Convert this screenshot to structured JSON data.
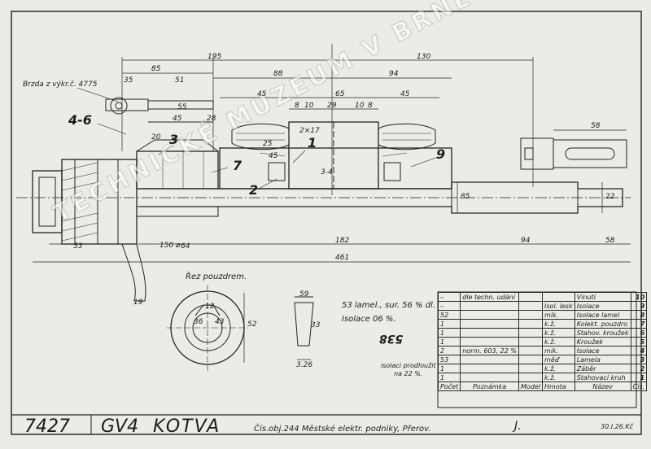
{
  "title_block": {
    "drawing_number": "7427",
    "type": "GV4",
    "name": "KOTVA",
    "subtitle": "Čís.obj.244  Městské elektr. podniky, Přerov.",
    "signature": "J.",
    "date": "30.I.26.Kč"
  },
  "watermark": "TECHNICKÉ MUZEUM V BRNĚ",
  "dimensions": {
    "d195": "195",
    "d130": "130",
    "d85": "85",
    "d88": "88",
    "d94": "94",
    "d35": "35",
    "d51": "51",
    "d45a": "45",
    "d65": "65",
    "d45b": "45",
    "d8a": "8",
    "d10a": "10",
    "d29": "29",
    "d10b": "10",
    "d8b": "8",
    "d55": "55",
    "d45c": "45",
    "d28": "28",
    "d58": "58",
    "d53": "53",
    "d64": "64",
    "d182": "182",
    "d94b": "94",
    "d58b": "58",
    "d461": "461",
    "d150": "150 ø",
    "d20": "20",
    "d2x17": "2×17",
    "d25": "25",
    "d45d": "45",
    "d34": "3-4",
    "d85b": "85",
    "d22": "22",
    "d12": "12",
    "d36": "36",
    "d43": "43",
    "d59": "59",
    "d33": "33",
    "d326": "3.26",
    "d19": "19",
    "d52": "52"
  },
  "callouts": {
    "c1": "1",
    "c2": "2",
    "c3": "3",
    "c46": "4-6",
    "c7": "7",
    "c9": "9"
  },
  "notes": {
    "brzda": "Brzda z výkr.č. 4775",
    "section": "Řez pouzdrem.",
    "lamel": "53 lamel., sur. 56 % dl.",
    "isolace": "Isolace 06 %.",
    "isol_prodl": "isolaci prodloužit",
    "na22": "na 22 %.",
    "stamp": "538"
  },
  "bom": {
    "headers": [
      "Počet",
      "Poznámka",
      "Model",
      "Hmota",
      "Název",
      "Čís."
    ],
    "rows": [
      {
        "count": "–",
        "note": "dle techn. udání",
        "model": "",
        "material": "",
        "name": "Vinutí",
        "no": "10"
      },
      {
        "count": "–",
        "note": "",
        "model": "",
        "material": "Isol. lesk",
        "name": "Isolace",
        "no": "9"
      },
      {
        "count": "52",
        "note": "",
        "model": "",
        "material": "mik.",
        "name": "Isolace lamel",
        "no": "8"
      },
      {
        "count": "1",
        "note": "",
        "model": "",
        "material": "k.ž.",
        "name": "Kolekt. pouzdro",
        "no": "7"
      },
      {
        "count": "1",
        "note": "",
        "model": "",
        "material": "k.ž.",
        "name": "Stahov. kroužek",
        "no": "6"
      },
      {
        "count": "1",
        "note": "",
        "model": "",
        "material": "k.ž.",
        "name": "Kroužek",
        "no": "5"
      },
      {
        "count": "2",
        "note": "norm. 603, 22 %",
        "model": "",
        "material": "mik.",
        "name": "Isolace",
        "no": "4"
      },
      {
        "count": "53",
        "note": "",
        "model": "",
        "material": "měď",
        "name": "Lamela",
        "no": "3"
      },
      {
        "count": "1",
        "note": "",
        "model": "",
        "material": "k.ž.",
        "name": "Záběr",
        "no": "2"
      },
      {
        "count": "1",
        "note": "",
        "model": "",
        "material": "k.ž.",
        "name": "Stahovací kruh",
        "no": "1"
      }
    ]
  },
  "colors": {
    "paper": "#ecebe8",
    "ink": "#1c1c1c"
  }
}
